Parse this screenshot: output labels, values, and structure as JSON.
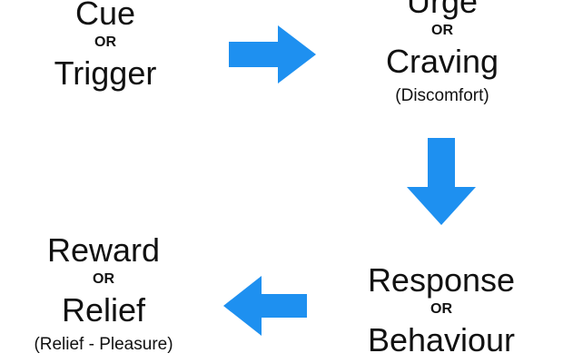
{
  "diagram": {
    "colors": {
      "arrow": "#1e90f0",
      "text": "#111111",
      "background": "#ffffff"
    },
    "nodes": {
      "cue": {
        "title": "Cue",
        "connector": "OR",
        "alt": "Trigger"
      },
      "urge": {
        "title": "Urge",
        "connector": "OR",
        "alt": "Craving",
        "note": "(Discomfort)"
      },
      "response": {
        "title": "Response",
        "connector": "OR",
        "alt": "Behaviour"
      },
      "reward": {
        "title": "Reward",
        "connector": "OR",
        "alt": "Relief",
        "note": "(Relief - Pleasure)"
      }
    },
    "arrows": [
      "arrow-right-icon",
      "arrow-down-icon",
      "arrow-left-icon"
    ]
  }
}
